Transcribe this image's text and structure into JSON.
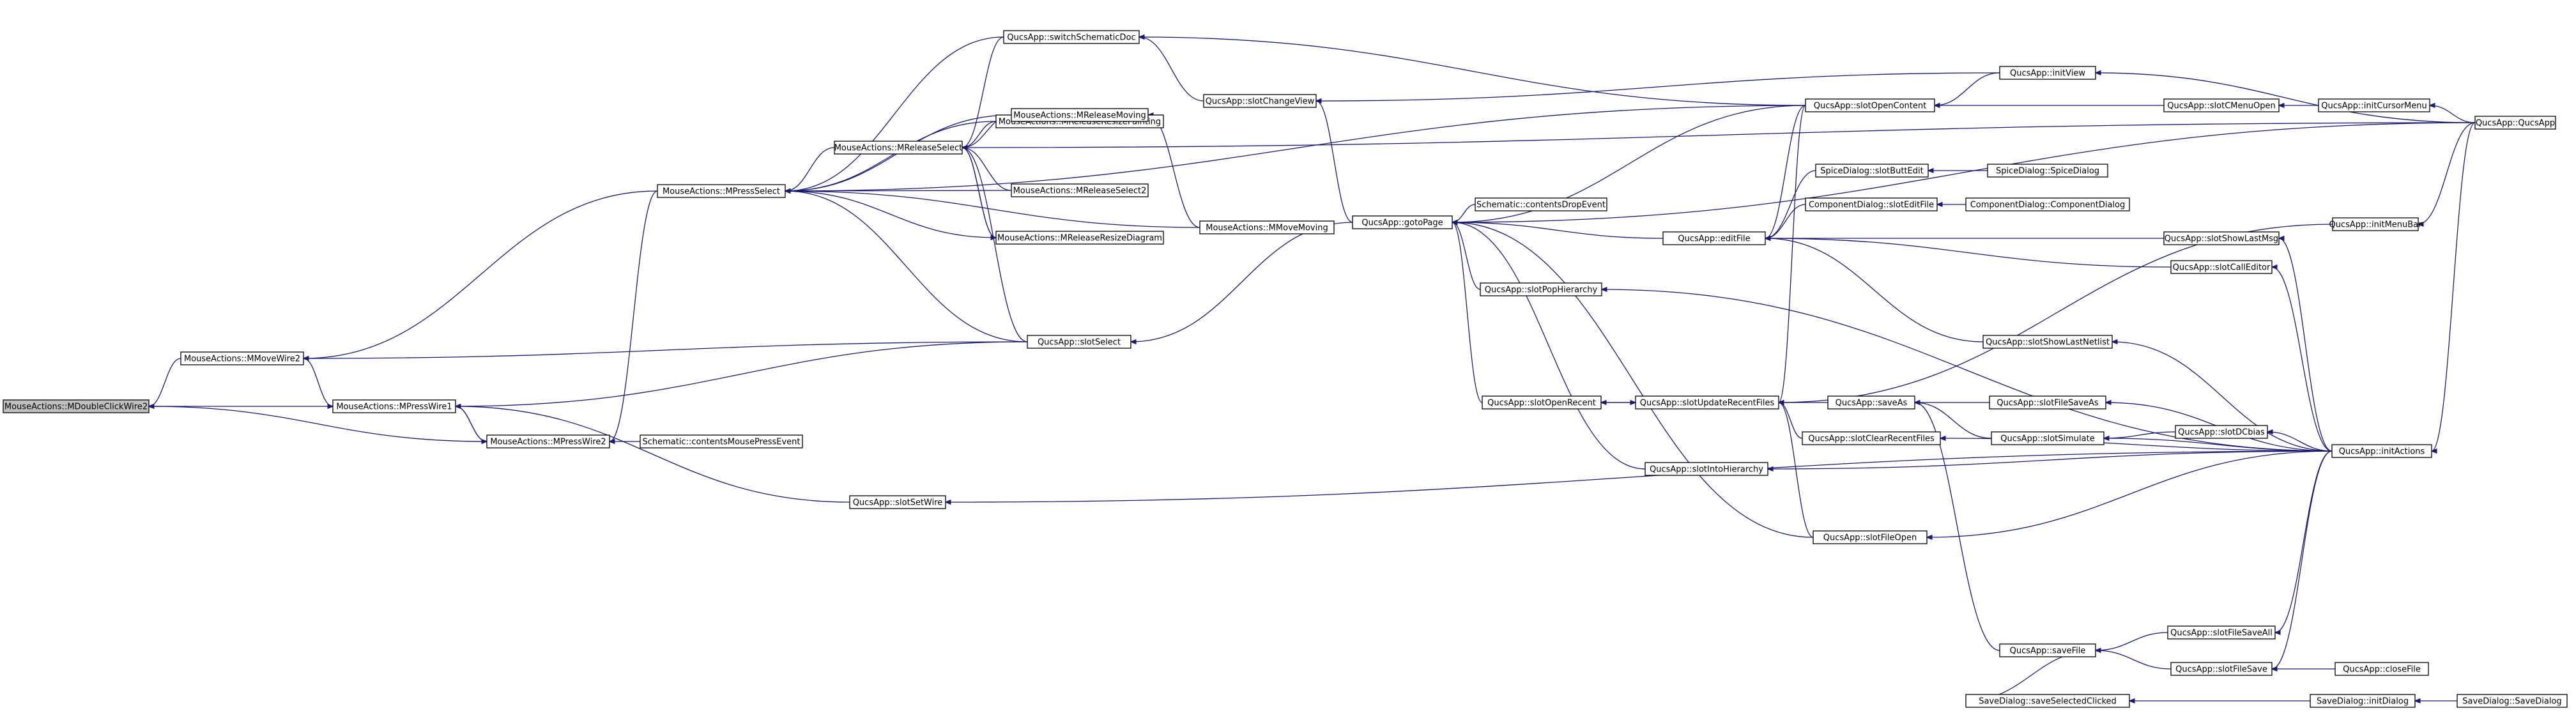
{
  "colors": {
    "edge": "#191970",
    "node_border": "#000000",
    "node_fill": "#ffffff",
    "root_fill": "#bfbfbf",
    "highlight_border": "#ff0000",
    "text": "#000000"
  },
  "nodes": [
    {
      "id": "n0",
      "label": "MouseActions::MDoubleClickWire2",
      "style": "root"
    },
    {
      "id": "n1",
      "label": "MouseActions::MMoveWire2"
    },
    {
      "id": "n2",
      "label": "MouseActions::MPressWire1"
    },
    {
      "id": "n3",
      "label": "MouseActions::MPressWire2"
    },
    {
      "id": "n4",
      "label": "MouseActions::MPressSelect"
    },
    {
      "id": "n5",
      "label": "Schematic::contentsMousePressEvent"
    },
    {
      "id": "n6",
      "label": "QucsApp::slotSetWire"
    },
    {
      "id": "n7",
      "label": "QucsApp::switchSchematicDoc"
    },
    {
      "id": "n8",
      "label": "MouseActions::MReleaseResizePainting"
    },
    {
      "id": "n9",
      "label": "MouseActions::MReleaseMoving"
    },
    {
      "id": "n10",
      "label": "MouseActions::MReleaseSelect"
    },
    {
      "id": "n11",
      "label": "MouseActions::MReleaseSelect2"
    },
    {
      "id": "n12",
      "label": "MouseActions::MReleaseResizeDiagram"
    },
    {
      "id": "n13",
      "label": "QucsApp::slotSelect"
    },
    {
      "id": "n14",
      "label": "QucsApp::slotChangeView"
    },
    {
      "id": "n15",
      "label": "MouseActions::MMoveMoving"
    },
    {
      "id": "n16",
      "label": "QucsApp::gotoPage"
    },
    {
      "id": "n17",
      "label": "Schematic::contentsDropEvent"
    },
    {
      "id": "n18",
      "label": "QucsApp::slotPopHierarchy"
    },
    {
      "id": "n19",
      "label": "QucsApp::slotOpenRecent"
    },
    {
      "id": "n20",
      "label": "QucsApp::slotOpenContent"
    },
    {
      "id": "n21",
      "label": "QucsApp::editFile"
    },
    {
      "id": "n22",
      "label": "QucsApp::slotUpdateRecentFiles"
    },
    {
      "id": "n23",
      "label": "QucsApp::slotIntoHierarchy"
    },
    {
      "id": "n24",
      "label": "QucsApp::slotFileOpen"
    },
    {
      "id": "n25",
      "label": "SpiceDialog::slotButtEdit"
    },
    {
      "id": "n26",
      "label": "ComponentDialog::slotEditFile"
    },
    {
      "id": "n27",
      "label": "QucsApp::saveAs"
    },
    {
      "id": "n28",
      "label": "QucsApp::slotClearRecentFiles"
    },
    {
      "id": "n29",
      "label": "QucsApp::initView"
    },
    {
      "id": "n30",
      "label": "SpiceDialog::SpiceDialog"
    },
    {
      "id": "n31",
      "label": "ComponentDialog::ComponentDialog"
    },
    {
      "id": "n32",
      "label": "QucsApp::slotShowLastNetlist"
    },
    {
      "id": "n33",
      "label": "QucsApp::slotFileSaveAs"
    },
    {
      "id": "n34",
      "label": "QucsApp::slotSimulate"
    },
    {
      "id": "n35",
      "label": "QucsApp::saveFile"
    },
    {
      "id": "n36",
      "label": "SaveDialog::saveSelectedClicked"
    },
    {
      "id": "n37",
      "label": "QucsApp::slotCMenuOpen"
    },
    {
      "id": "n38",
      "label": "QucsApp::slotShowLastMsg"
    },
    {
      "id": "n39",
      "label": "QucsApp::slotCallEditor"
    },
    {
      "id": "n40",
      "label": "QucsApp::slotDCbias"
    },
    {
      "id": "n41",
      "label": "QucsApp::slotFileSaveAll"
    },
    {
      "id": "n42",
      "label": "QucsApp::slotFileSave"
    },
    {
      "id": "n43",
      "label": "SaveDialog::initDialog"
    },
    {
      "id": "n44",
      "label": "QucsApp::initCursorMenu"
    },
    {
      "id": "n45",
      "label": "QucsApp::initMenuBar"
    },
    {
      "id": "n46",
      "label": "QucsApp::initActions"
    },
    {
      "id": "n47",
      "label": "QucsApp::closeFile",
      "style": "highlight"
    },
    {
      "id": "n48",
      "label": "SaveDialog::SaveDialog"
    },
    {
      "id": "n49",
      "label": "QucsApp::QucsApp"
    }
  ],
  "edges": [
    {
      "from": "n1",
      "to": "n0"
    },
    {
      "from": "n2",
      "to": "n0"
    },
    {
      "from": "n3",
      "to": "n0"
    },
    {
      "from": "n4",
      "to": "n1"
    },
    {
      "from": "n13",
      "to": "n1"
    },
    {
      "from": "n1",
      "to": "n2"
    },
    {
      "from": "n3",
      "to": "n2"
    },
    {
      "from": "n13",
      "to": "n2"
    },
    {
      "from": "n6",
      "to": "n2"
    },
    {
      "from": "n2",
      "to": "n3"
    },
    {
      "from": "n4",
      "to": "n3"
    },
    {
      "from": "n5",
      "to": "n3"
    },
    {
      "from": "n7",
      "to": "n4"
    },
    {
      "from": "n8",
      "to": "n4"
    },
    {
      "from": "n9",
      "to": "n4"
    },
    {
      "from": "n10",
      "to": "n4"
    },
    {
      "from": "n11",
      "to": "n4"
    },
    {
      "from": "n12",
      "to": "n4"
    },
    {
      "from": "n13",
      "to": "n4"
    },
    {
      "from": "n15",
      "to": "n4"
    },
    {
      "from": "n20",
      "to": "n4"
    },
    {
      "from": "n7",
      "to": "n10"
    },
    {
      "from": "n8",
      "to": "n10"
    },
    {
      "from": "n9",
      "to": "n10"
    },
    {
      "from": "n11",
      "to": "n10"
    },
    {
      "from": "n12",
      "to": "n10"
    },
    {
      "from": "n13",
      "to": "n10"
    },
    {
      "from": "n49",
      "to": "n10"
    },
    {
      "from": "n10",
      "to": "n12"
    },
    {
      "from": "n15",
      "to": "n9"
    },
    {
      "from": "n16",
      "to": "n13"
    },
    {
      "from": "n46",
      "to": "n6"
    },
    {
      "from": "n20",
      "to": "n7"
    },
    {
      "from": "n14",
      "to": "n7"
    },
    {
      "from": "n16",
      "to": "n14"
    },
    {
      "from": "n29",
      "to": "n14"
    },
    {
      "from": "n17",
      "to": "n16"
    },
    {
      "from": "n18",
      "to": "n16"
    },
    {
      "from": "n19",
      "to": "n16"
    },
    {
      "from": "n20",
      "to": "n16"
    },
    {
      "from": "n21",
      "to": "n16"
    },
    {
      "from": "n23",
      "to": "n16"
    },
    {
      "from": "n24",
      "to": "n16"
    },
    {
      "from": "n49",
      "to": "n16"
    },
    {
      "from": "n29",
      "to": "n20"
    },
    {
      "from": "n37",
      "to": "n20"
    },
    {
      "from": "n20",
      "to": "n21"
    },
    {
      "from": "n25",
      "to": "n21"
    },
    {
      "from": "n26",
      "to": "n21"
    },
    {
      "from": "n38",
      "to": "n21"
    },
    {
      "from": "n39",
      "to": "n21"
    },
    {
      "from": "n32",
      "to": "n21"
    },
    {
      "from": "n30",
      "to": "n25"
    },
    {
      "from": "n31",
      "to": "n26"
    },
    {
      "from": "n49",
      "to": "n29"
    },
    {
      "from": "n44",
      "to": "n37"
    },
    {
      "from": "n49",
      "to": "n44"
    },
    {
      "from": "n19",
      "to": "n22"
    },
    {
      "from": "n27",
      "to": "n22"
    },
    {
      "from": "n28",
      "to": "n22"
    },
    {
      "from": "n24",
      "to": "n22"
    },
    {
      "from": "n22",
      "to": "n19"
    },
    {
      "from": "n20",
      "to": "n22"
    },
    {
      "from": "n45",
      "to": "n22"
    },
    {
      "from": "n33",
      "to": "n27"
    },
    {
      "from": "n34",
      "to": "n27"
    },
    {
      "from": "n35",
      "to": "n27"
    },
    {
      "from": "n46",
      "to": "n33"
    },
    {
      "from": "n40",
      "to": "n34"
    },
    {
      "from": "n46",
      "to": "n34"
    },
    {
      "from": "n46",
      "to": "n40"
    },
    {
      "from": "n46",
      "to": "n18"
    },
    {
      "from": "n46",
      "to": "n23"
    },
    {
      "from": "n46",
      "to": "n24"
    },
    {
      "from": "n46",
      "to": "n32"
    },
    {
      "from": "n46",
      "to": "n38"
    },
    {
      "from": "n46",
      "to": "n39"
    },
    {
      "from": "n46",
      "to": "n28"
    },
    {
      "from": "n41",
      "to": "n35"
    },
    {
      "from": "n42",
      "to": "n35"
    },
    {
      "from": "n36",
      "to": "n35"
    },
    {
      "from": "n46",
      "to": "n41"
    },
    {
      "from": "n46",
      "to": "n42"
    },
    {
      "from": "n47",
      "to": "n42"
    },
    {
      "from": "n43",
      "to": "n36"
    },
    {
      "from": "n48",
      "to": "n43"
    },
    {
      "from": "n49",
      "to": "n46"
    },
    {
      "from": "n49",
      "to": "n45"
    }
  ]
}
